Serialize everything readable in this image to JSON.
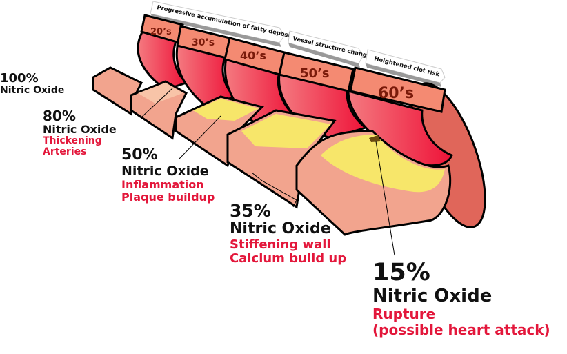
{
  "ribbons": {
    "fatty": "Progressive accumulation of fatty deposits",
    "vessel": "Vessel structure change",
    "clot": "Heightened clot risk"
  },
  "ages": [
    "20’s",
    "30’s",
    "40’s",
    "50’s",
    "60’s"
  ],
  "stages": [
    {
      "percent": "100%",
      "label": "Nitric Oxide",
      "notes": []
    },
    {
      "percent": "80%",
      "label": "Nitric Oxide",
      "notes": [
        "Thickening",
        "Arteries"
      ]
    },
    {
      "percent": "50%",
      "label": "Nitric Oxide",
      "notes": [
        "Inflammation",
        "Plaque buildup"
      ]
    },
    {
      "percent": "35%",
      "label": "Nitric Oxide",
      "notes": [
        "Stiffening wall",
        "Calcium build up"
      ]
    },
    {
      "percent": "15%",
      "label": "Nitric Oxide",
      "notes": [
        "Rupture",
        "(possible heart attack)"
      ]
    }
  ],
  "colors": {
    "wall": "#f08a78",
    "inner": "#ee1c3e",
    "plaque": "#f7e66a",
    "note": "#e3173b"
  }
}
